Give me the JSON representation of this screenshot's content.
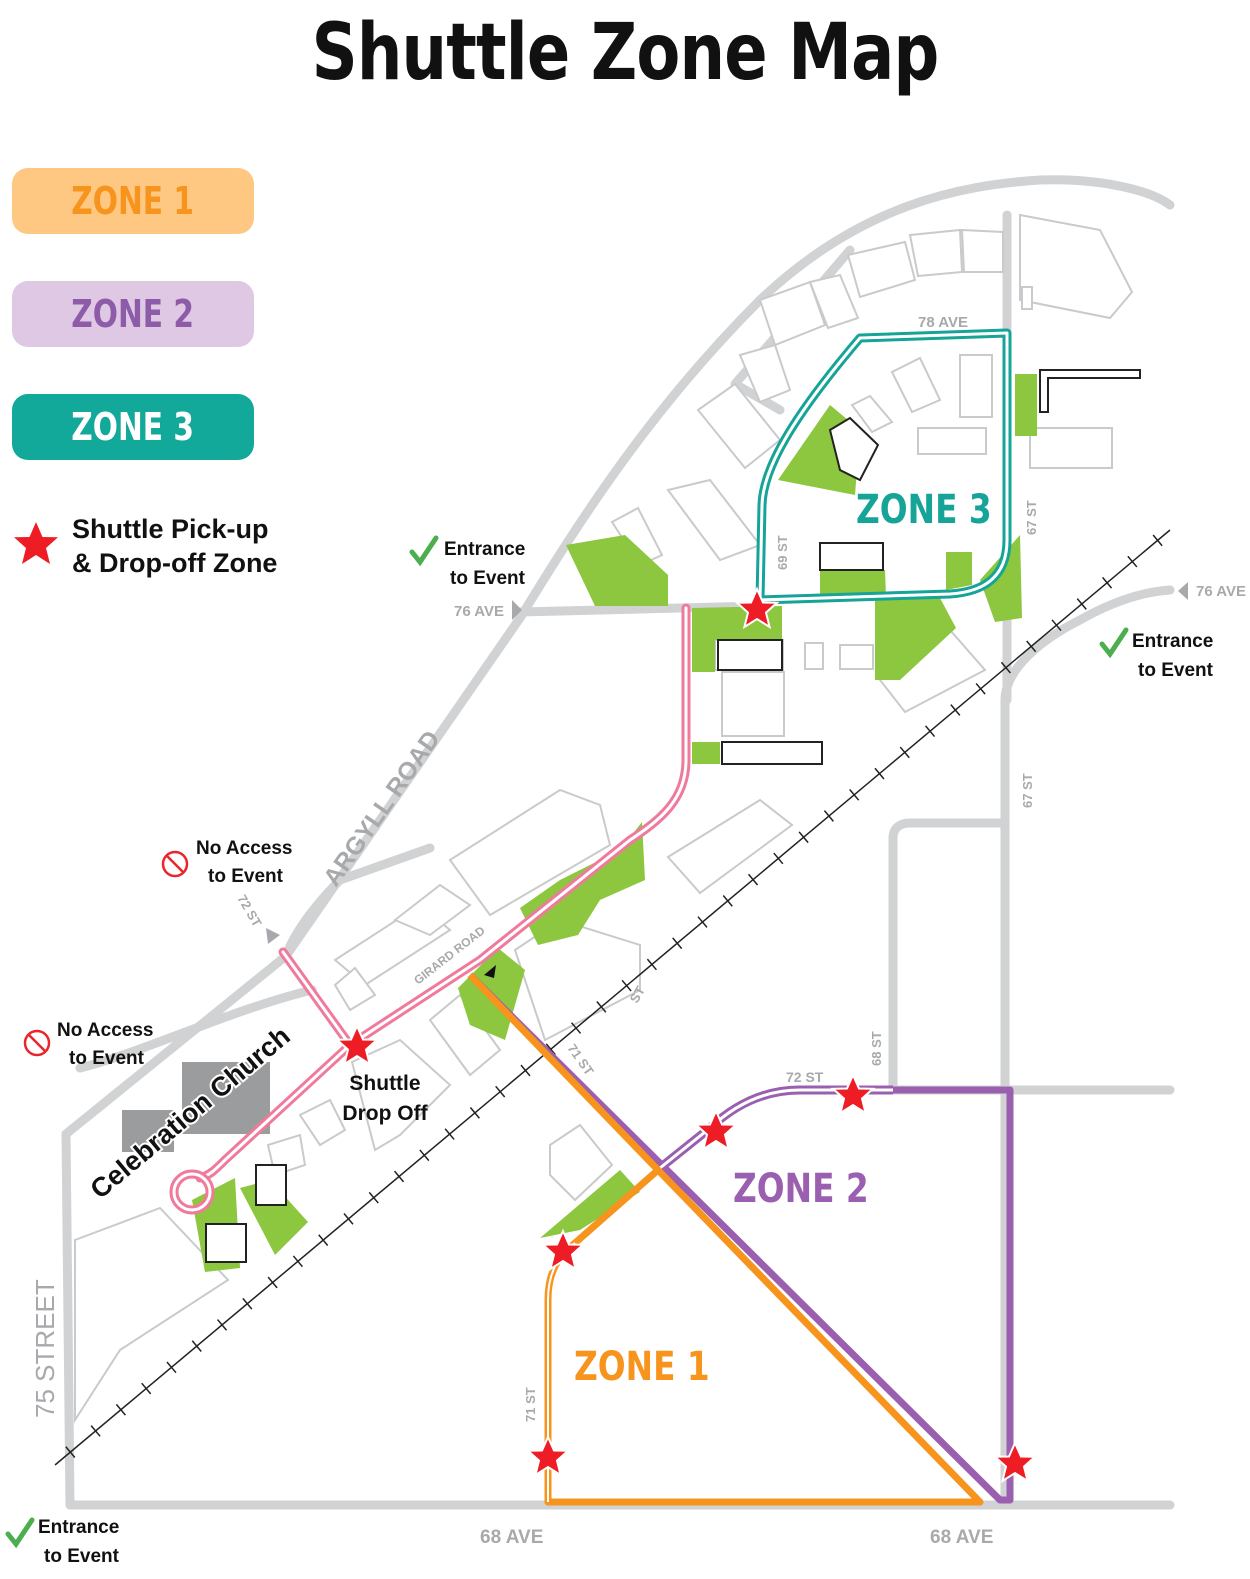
{
  "title": "Shuttle Zone Map",
  "legend": {
    "zone1": {
      "label": "ZONE 1",
      "bg": "#FFC882",
      "fg": "#F7941D"
    },
    "zone2": {
      "label": "ZONE 2",
      "bg": "#DEC8E3",
      "fg": "#8E5BA8"
    },
    "zone3": {
      "label": "ZONE 3",
      "bg": "#12A89A",
      "fg": "#FFFFFF"
    },
    "star_label_line1": "Shuttle Pick-up",
    "star_label_line2": "& Drop-off Zone",
    "star_icon": "red-star-icon"
  },
  "colors": {
    "zone1": "#F7941D",
    "zone2": "#9B5FB0",
    "zone3": "#15A497",
    "pink_route": "#F07A9C",
    "star": "#EE1C25",
    "road": "#D0D2D3",
    "park": "#8DC63F",
    "check": "#4BAE4F",
    "no_access": "#E8262C"
  },
  "map": {
    "zone_labels": {
      "zone1": "ZONE 1",
      "zone2": "ZONE 2",
      "zone3": "ZONE 3"
    },
    "streets": {
      "ave_78": "78 AVE",
      "ave_76_left": "76 AVE",
      "ave_76_right": "76 AVE",
      "st_69": "69 ST",
      "st_67_top": "67 ST",
      "st_67_mid": "67 ST",
      "argyll": "ARGYLL ROAD",
      "girard": "GIRARD ROAD",
      "st_72_left": "72 ST",
      "st_72_right": "72 ST",
      "st_71": "71 ST",
      "st_71_lower": "71 ST",
      "st_68": "68 ST",
      "st_mid": "ST",
      "ave_68_left": "68 AVE",
      "ave_68_right": "68 AVE",
      "street_75": "75 STREET"
    },
    "entrance_label_line1": "Entrance",
    "entrance_label_line2": "to Event",
    "no_access_line1": "No Access",
    "no_access_line2": "to Event",
    "shuttle_drop_line1": "Shuttle",
    "shuttle_drop_line2": "Drop Off",
    "church": "Celebration Church"
  }
}
